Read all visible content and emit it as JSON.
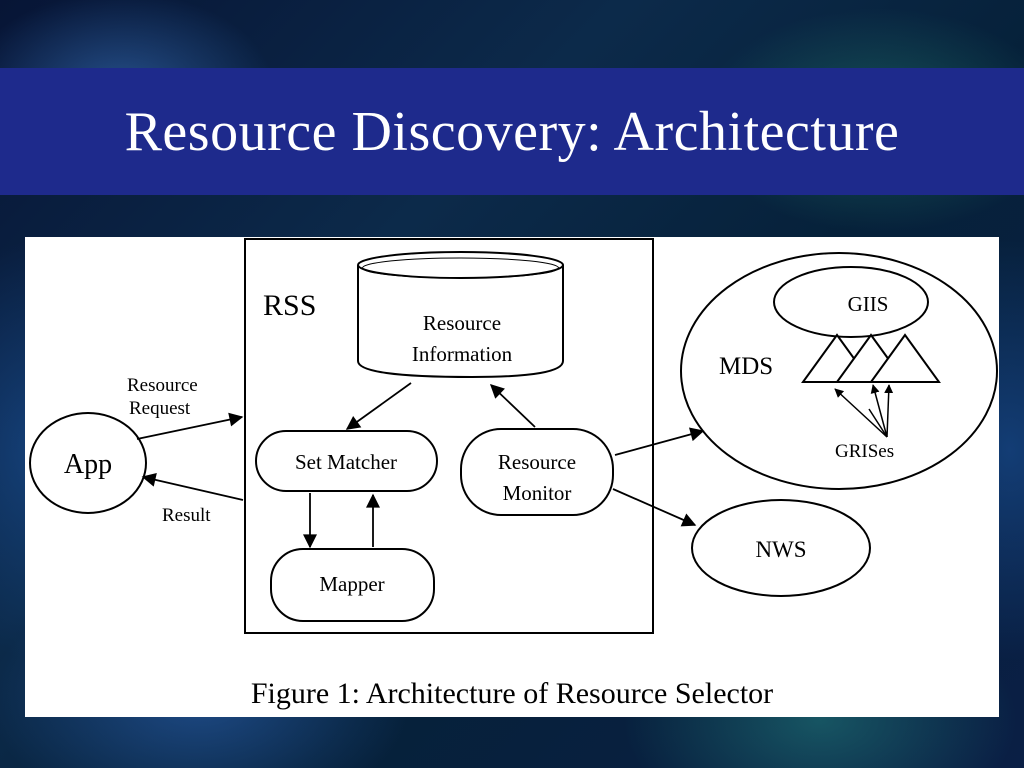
{
  "slide": {
    "title": "Resource Discovery: Architecture"
  },
  "diagram": {
    "caption": "Figure 1: Architecture of Resource Selector",
    "nodes": {
      "rss": "RSS",
      "resource_information": [
        "Resource",
        "Information"
      ],
      "set_matcher": "Set Matcher",
      "mapper": "Mapper",
      "resource_monitor": [
        "Resource",
        "Monitor"
      ],
      "app": "App",
      "mds": "MDS",
      "giis": "GIIS",
      "grises": "GRISes",
      "nws": "NWS"
    },
    "edge_labels": {
      "resource_request": [
        "Resource",
        "Request"
      ],
      "result": "Result"
    }
  }
}
